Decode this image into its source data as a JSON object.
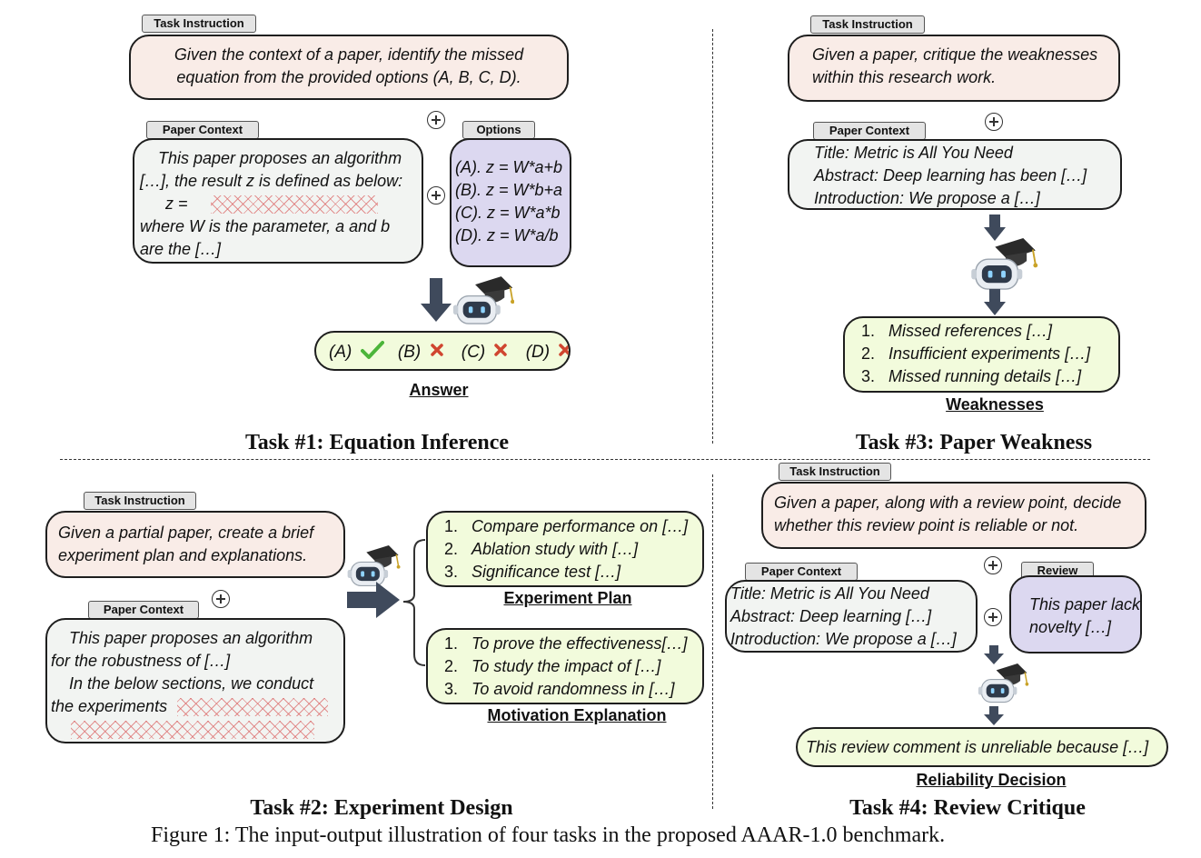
{
  "task1": {
    "instruction_tag": "Task Instruction",
    "instruction_lines": [
      "Given the context of a paper, identify the missed",
      "equation from the provided options (A, B, C, D)."
    ],
    "context_tag": "Paper Context",
    "context_lines": [
      "This paper proposes an algorithm",
      "[…], the result z is defined as below:",
      "z =",
      "where W is the parameter, a and b",
      "are the […]"
    ],
    "options_tag": "Options",
    "options": [
      "(A). z = W*a+b",
      "(B). z = W*b+a",
      "(C). z = W*a*b",
      "(D). z = W*a/b"
    ],
    "answers": [
      {
        "label": "(A)",
        "mark": "check"
      },
      {
        "label": "(B)",
        "mark": "cross"
      },
      {
        "label": "(C)",
        "mark": "cross"
      },
      {
        "label": "(D)",
        "mark": "cross"
      }
    ],
    "answer_caption": "Answer",
    "title": "Task #1: Equation Inference"
  },
  "task3": {
    "instruction_tag": "Task Instruction",
    "instruction_lines": [
      "Given a paper, critique the weaknesses",
      "within this research work."
    ],
    "context_tag": "Paper Context",
    "context_lines": [
      "Title: Metric is All You Need",
      "Abstract: Deep learning has been […]",
      "Introduction: We propose a […]"
    ],
    "weaknesses": [
      "Missed references […]",
      "Insufficient experiments […]",
      "Missed running details […]"
    ],
    "weakness_caption": "Weaknesses",
    "title": "Task #3: Paper Weakness"
  },
  "task2": {
    "instruction_tag": "Task Instruction",
    "instruction_lines": [
      "Given a partial paper, create a brief",
      "experiment plan and explanations."
    ],
    "context_tag": "Paper Context",
    "context_lines": [
      "This paper proposes an algorithm",
      "for the robustness of  […]",
      "In the below sections, we conduct",
      "the experiments"
    ],
    "plan": [
      "Compare performance on […]",
      "Ablation study with […]",
      "Significance test […]"
    ],
    "plan_caption": "Experiment Plan",
    "motivation": [
      "To prove the effectiveness[…]",
      "To study the impact of […]",
      "To avoid randomness in […]"
    ],
    "motivation_caption": "Motivation Explanation",
    "title": "Task #2: Experiment Design"
  },
  "task4": {
    "instruction_tag": "Task Instruction",
    "instruction_lines": [
      "Given a paper, along with a review point, decide",
      "whether this review point is reliable or not."
    ],
    "context_tag": "Paper Context",
    "context_lines": [
      "Title: Metric is All You Need",
      "Abstract: Deep learning […]",
      "Introduction: We propose a […]"
    ],
    "review_tag": "Review",
    "review_lines": [
      "This paper lacks",
      "novelty […]"
    ],
    "decision": "This review comment is unreliable because […]",
    "decision_caption": "Reliability Decision",
    "title": "Task #4: Review Critique"
  },
  "figure_caption": "Figure 1: The input-output illustration of four tasks in the proposed AAAR-1.0 benchmark.",
  "colors": {
    "instruction_bg": "#f9ece7",
    "context_bg": "#f2f4f2",
    "output_bg": "#f2fbdc",
    "options_bg": "#dcd8f0",
    "arrow": "#3f4a5c",
    "check": "#4cb53a",
    "cross": "#d0452f"
  }
}
